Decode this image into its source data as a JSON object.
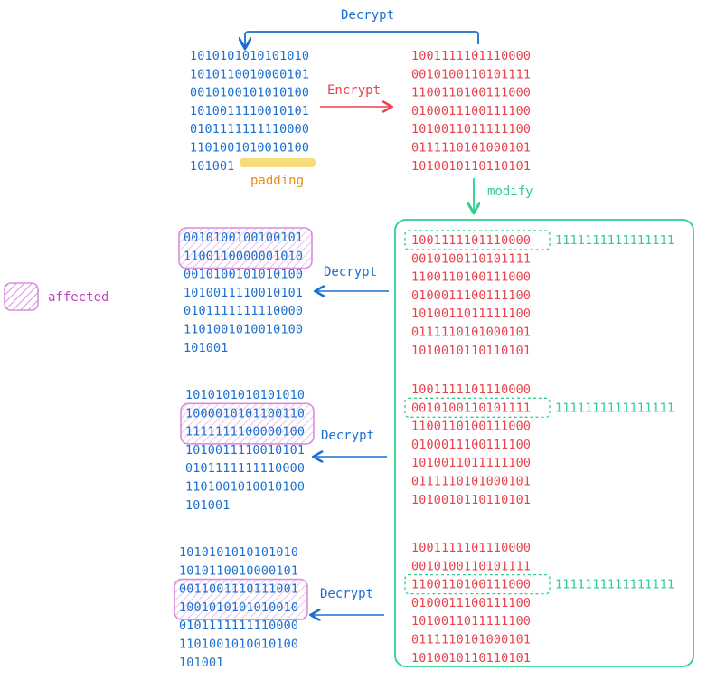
{
  "top": {
    "decrypt_label": "Decrypt",
    "encrypt_label": "Encrypt",
    "padding_label": "padding",
    "modify_label": "modify",
    "plaintext": [
      "1010101010101010",
      "1010110010000101",
      "0010100101010100",
      "1010011110010101",
      "0101111111110000",
      "1101001010010100",
      "101001"
    ],
    "ciphertext": [
      "1001111101110000",
      "0010100110101111",
      "1100110100111000",
      "0100011100111100",
      "1010011011111100",
      "0111110101000101",
      "1010010110110101"
    ]
  },
  "legend": {
    "affected_label": "affected"
  },
  "cases": [
    {
      "decrypt_label": "Decrypt",
      "decrypted": [
        "0010100100100101",
        "1100110000001010",
        "0010100101010100",
        "1010011110010101",
        "0101111111110000",
        "1101001010010100",
        "101001"
      ],
      "ciphertext": [
        "1001111101110000",
        "0010100110101111",
        "1100110100111000",
        "0100011100111100",
        "1010011011111100",
        "0111110101000101",
        "1010010110110101"
      ],
      "modified_value": "1111111111111111"
    },
    {
      "decrypt_label": "Decrypt",
      "decrypted": [
        "1010101010101010",
        "1000010101100110",
        "1111111100000100",
        "1010011110010101",
        "0101111111110000",
        "1101001010010100",
        "101001"
      ],
      "ciphertext": [
        "1001111101110000",
        "0010100110101111",
        "1100110100111000",
        "0100011100111100",
        "1010011011111100",
        "0111110101000101",
        "1010010110110101"
      ],
      "modified_value": "1111111111111111"
    },
    {
      "decrypt_label": "Decrypt",
      "decrypted": [
        "1010101010101010",
        "1010110010000101",
        "0011001110111001",
        "1001010101010010",
        "0101111111110000",
        "1101001010010100",
        "101001"
      ],
      "ciphertext": [
        "1001111101110000",
        "0010100110101111",
        "1100110100111000",
        "0100011100111100",
        "1010011011111100",
        "0111110101000101",
        "1010010110110101"
      ],
      "modified_value": "1111111111111111"
    }
  ],
  "colors": {
    "plaintext": "#1a6fd1",
    "ciphertext": "#e8424b",
    "modify": "#2ecf8f",
    "padding": "#f6dc7a",
    "affected": "#c040c8"
  }
}
